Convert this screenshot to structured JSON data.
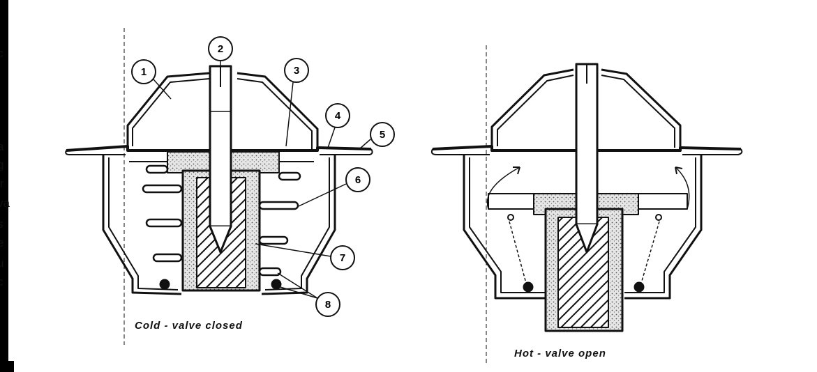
{
  "clipped_edge_letters": [
    "c",
    "a",
    "g",
    "ir",
    "va",
    "s",
    "e",
    "u",
    "c"
  ],
  "callouts": [
    "1",
    "2",
    "3",
    "4",
    "5",
    "6",
    "7",
    "8"
  ],
  "captions": {
    "left": "Cold - valve closed",
    "right": "Hot - valve open"
  },
  "colors": {
    "ink": "#111111",
    "wax_fill": "#d9d9d9",
    "paper": "#ffffff"
  }
}
